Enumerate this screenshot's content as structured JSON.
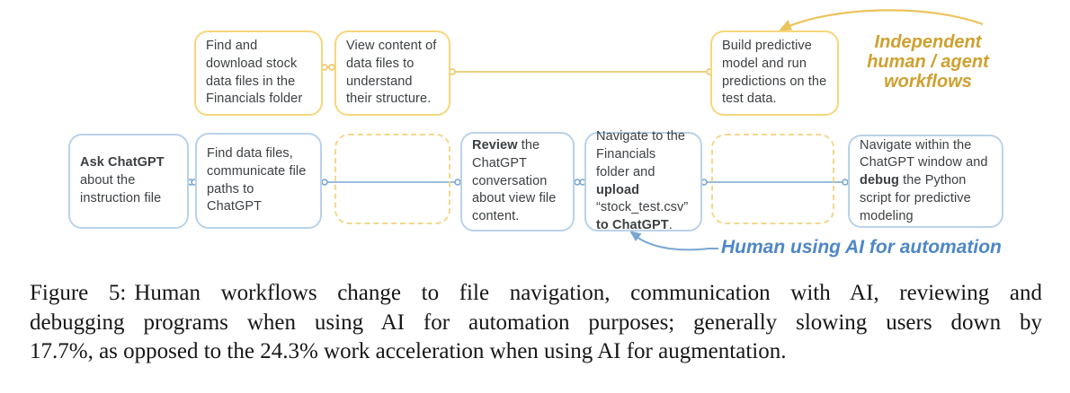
{
  "palette": {
    "yellow_border": "#f5d77b",
    "yellow_dashed": "#f3d88c",
    "yellow_line": "#ecca6c",
    "blue_border": "#b9d2ea",
    "blue_line": "#79a6d2",
    "gold_label_text": "#cfa02e",
    "blue_label_text": "#4e87c5",
    "box_text": "#3c4043",
    "caption_text": "#161616"
  },
  "top_row": {
    "boxes": [
      {
        "seg": [
          "Find and download stock data files in the Financials folder"
        ]
      },
      {
        "seg": [
          "View content of data files to understand their structure."
        ]
      },
      {
        "seg": [
          "Build predictive model and run predictions on the test data."
        ]
      }
    ],
    "label": {
      "line1": "Independent",
      "line2": "human / agent",
      "line3": "workflows"
    }
  },
  "bottom_row": {
    "boxes": [
      {
        "seg": [
          "Ask ChatGPT",
          " about the instruction file"
        ]
      },
      {
        "seg": [
          "Find data files, communicate file paths to ChatGPT"
        ]
      },
      {
        "seg": [
          "Review",
          " the ChatGPT conversation about view file content."
        ]
      },
      {
        "seg": [
          "Navigate to the Financials folder and ",
          "upload",
          " “stock_test.csv” ",
          "to ChatGPT",
          "."
        ]
      },
      {
        "seg": [
          "Navigate within the ChatGPT window and ",
          "debug",
          " the Python script for predictive modeling"
        ]
      }
    ],
    "label": "Human using AI for automation"
  },
  "caption": {
    "prefix": "Figure 5:",
    "line1": "Human workflows change to file navigation, communication with AI, reviewing and",
    "line2": "debugging programs when using AI for automation purposes; generally slowing users down by",
    "line3": "17.7%, as opposed to the 24.3% work acceleration when using AI for augmentation."
  }
}
